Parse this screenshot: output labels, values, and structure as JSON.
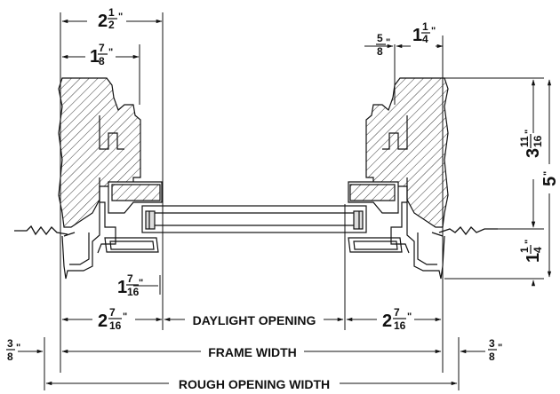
{
  "labels": {
    "daylight_opening": "DAYLIGHT OPENING",
    "frame_width": "FRAME WIDTH",
    "rough_opening_width": "ROUGH OPENING WIDTH"
  },
  "dims": {
    "top_left_outer": {
      "whole": "2",
      "num": "1",
      "den": "2",
      "unit": "\""
    },
    "top_left_inner": {
      "whole": "1",
      "num": "7",
      "den": "8",
      "unit": "\""
    },
    "top_right_small": {
      "whole": "",
      "num": "5",
      "den": "8",
      "unit": "\""
    },
    "top_right": {
      "whole": "1",
      "num": "1",
      "den": "4",
      "unit": "\""
    },
    "right_mid": {
      "whole": "3",
      "num": "11",
      "den": "16",
      "unit": "\""
    },
    "right_full": {
      "whole": "5",
      "num": "",
      "den": "",
      "unit": "\""
    },
    "right_bottom": {
      "whole": "1",
      "num": "1",
      "den": "4",
      "unit": "\""
    },
    "center_bottom": {
      "whole": "1",
      "num": "7",
      "den": "16",
      "unit": "\""
    },
    "daylight_left": {
      "whole": "2",
      "num": "7",
      "den": "16",
      "unit": "\""
    },
    "daylight_right": {
      "whole": "2",
      "num": "7",
      "den": "16",
      "unit": "\""
    },
    "left_gap": {
      "whole": "",
      "num": "3",
      "den": "8",
      "unit": "\""
    },
    "right_gap": {
      "whole": "",
      "num": "3",
      "den": "8",
      "unit": "\""
    }
  }
}
